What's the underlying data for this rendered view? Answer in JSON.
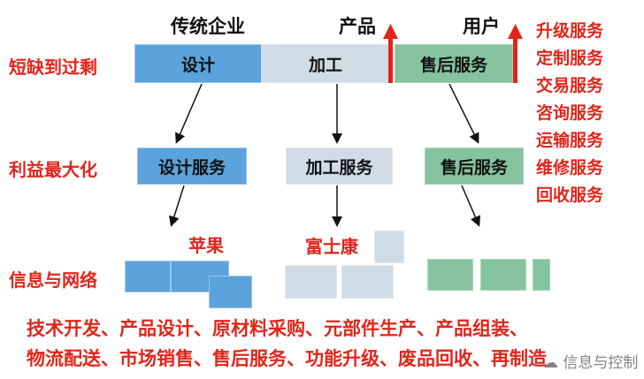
{
  "top_labels": {
    "traditional": "传统企业",
    "product": "产品",
    "user": "用户"
  },
  "bar": {
    "design": "设计",
    "processing": "加工",
    "after_sales": "售后服务"
  },
  "left_labels": {
    "shortage": "短缺到过剩",
    "profit": "利益最大化",
    "info": "信息与网络"
  },
  "services": {
    "design": "设计服务",
    "processing": "加工服务",
    "after_sales": "售后服务"
  },
  "right_list": [
    "升级服务",
    "定制服务",
    "交易服务",
    "咨询服务",
    "运输服务",
    "维修服务",
    "回收服务"
  ],
  "companies": {
    "apple": "苹果",
    "foxconn": "富士康"
  },
  "bottom_lines": [
    "技术开发、产品设计、原材料采购、元部件生产、产品组装、",
    "物流配送、市场销售、售后服务、功能升级、废品回收、再制造"
  ],
  "watermark": "信息与控制",
  "colors": {
    "blue": "#5aa3dc",
    "light": "#cfdce5",
    "green": "#85c39e",
    "red": "#e1251b"
  }
}
